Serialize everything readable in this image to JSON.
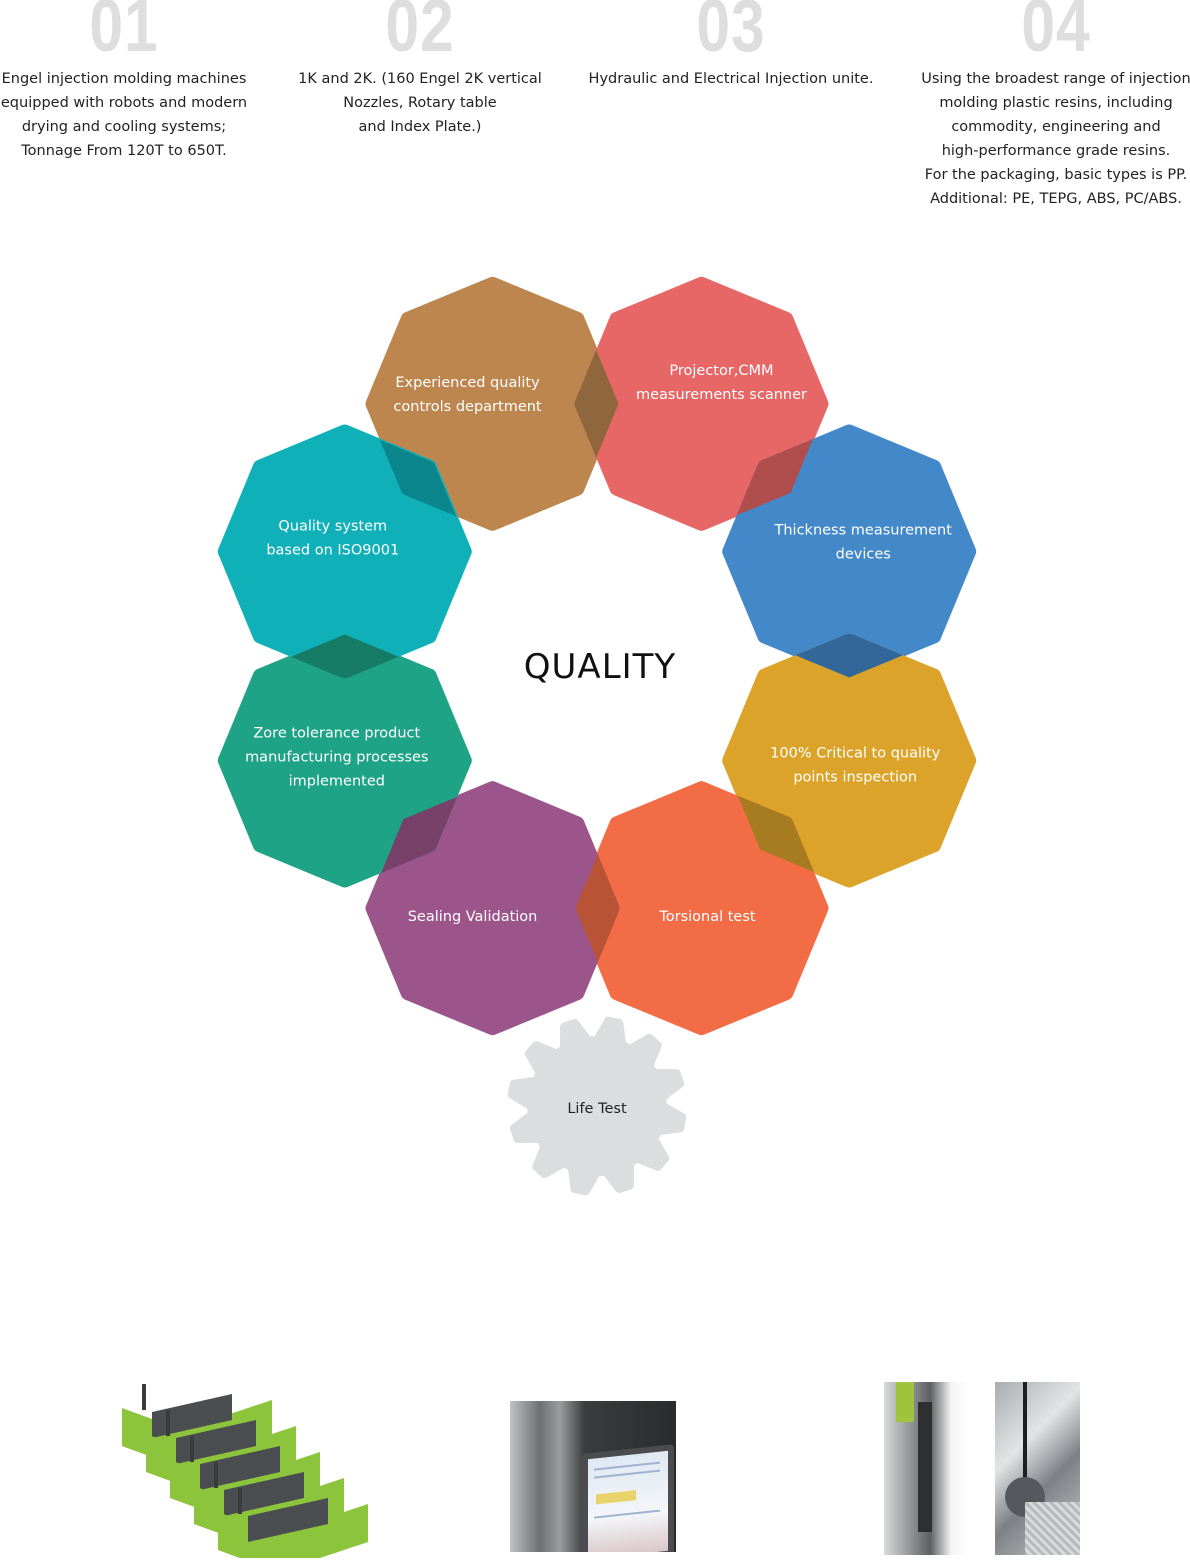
{
  "features": [
    {
      "number": "01",
      "lines": [
        "Engel injection molding machines",
        "equipped with robots and modern",
        "drying and cooling systems;",
        "Tonnage From 120T to 650T."
      ]
    },
    {
      "number": "02",
      "lines": [
        "1K and 2K. (160 Engel 2K vertical",
        "Nozzles, Rotary table",
        "and Index Plate.)"
      ]
    },
    {
      "number": "03",
      "lines": [
        "Hydraulic and Electrical Injection unite."
      ]
    },
    {
      "number": "04",
      "lines": [
        "Using the broadest range of injection",
        "molding plastic resins, including",
        "commodity, engineering and",
        "high-performance grade resins.",
        "For the packaging, basic types is PP.",
        "Additional: PE, TEPG, ABS, PC/ABS."
      ]
    }
  ],
  "quality": {
    "title": "QUALITY",
    "segments": [
      {
        "lines": [
          "Experienced quality",
          "controls department"
        ],
        "color": "#bd864f"
      },
      {
        "lines": [
          "Projector,CMM",
          "measurements scanner"
        ],
        "color": "#e76767"
      },
      {
        "lines": [
          "Thickness measurement",
          "devices"
        ],
        "color": "#4388c9"
      },
      {
        "lines": [
          "100% Critical to quality",
          "points inspection"
        ],
        "color": "#dca32a"
      },
      {
        "lines": [
          "Torsional test"
        ],
        "color": "#f26d46"
      },
      {
        "lines": [
          "Sealing Validation"
        ],
        "color": "#9c558b"
      },
      {
        "lines": [
          "Zore tolerance product",
          "manufacturing processes",
          "implemented"
        ],
        "color": "#1ea386"
      },
      {
        "lines": [
          "Quality system",
          "based on ISO9001"
        ],
        "color": "#0fb0b8"
      }
    ],
    "life_test": {
      "label": "Life Test",
      "color": "#dcdddf"
    }
  },
  "photos": [
    {
      "name": "injection-molding-machines-row"
    },
    {
      "name": "machine-control-screen"
    },
    {
      "name": "machine-side-detail"
    }
  ]
}
